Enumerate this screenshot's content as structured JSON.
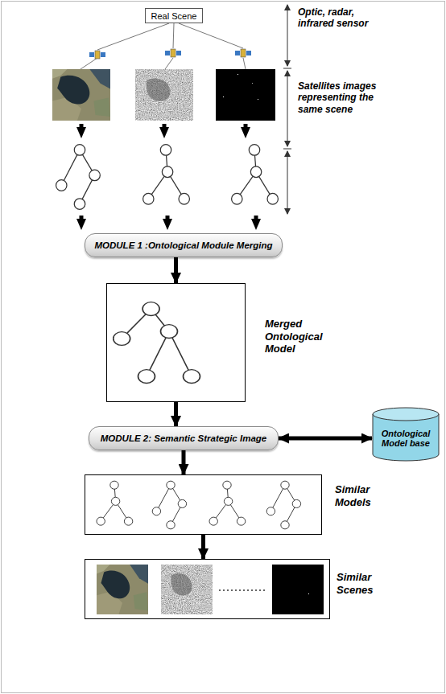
{
  "diagram": {
    "nodes": [
      {
        "text": [
          "Real Scene"
        ]
      },
      {
        "text": [
          "MODULE 1 :Ontological Module Merging"
        ]
      },
      {
        "text": [
          "Merged Ontological Model"
        ]
      },
      {
        "text": [
          "MODULE 2: Semantic Strategic Image"
        ]
      },
      {
        "text": [
          "Ontological Model base"
        ]
      },
      {
        "text": [
          "Similar Models"
        ]
      },
      {
        "text": [
          "Similar Scenes"
        ]
      }
    ],
    "edges": [
      {
        "from": 1,
        "to": 2,
        "arrow": "to"
      },
      {
        "from": 2,
        "to": 3,
        "arrow": "to"
      },
      {
        "from": 3,
        "to": 4,
        "arrow": "both"
      },
      {
        "from": 3,
        "to": 5,
        "arrow": "to"
      },
      {
        "from": 5,
        "to": 6,
        "arrow": "to"
      }
    ],
    "labels": [
      "Optic, radar, infrared sensor",
      "Satellites images representing the same scene"
    ]
  }
}
